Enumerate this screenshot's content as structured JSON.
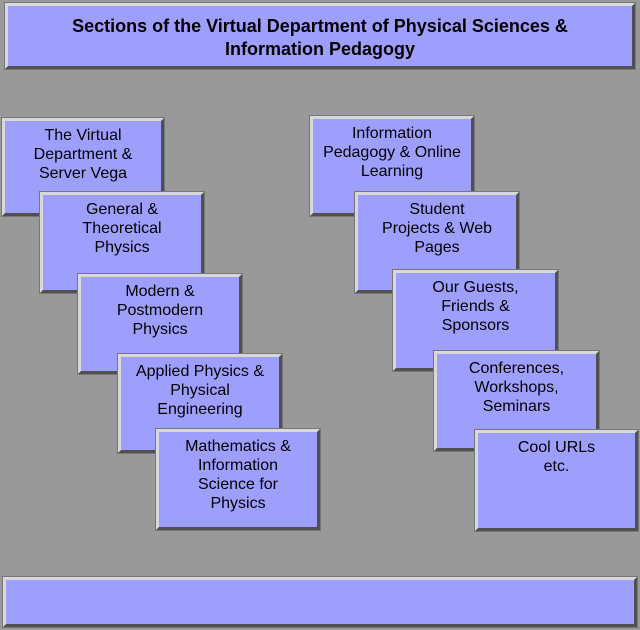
{
  "header": {
    "title": "Sections of the Virtual Department of Physical Sciences &\nInformation Pedagogy"
  },
  "left_column": {
    "items": [
      {
        "label": "The Virtual\nDepartment &\nServer Vega"
      },
      {
        "label": "General &\nTheoretical\nPhysics"
      },
      {
        "label": "Modern &\nPostmodern\nPhysics"
      },
      {
        "label": "Applied Physics &\nPhysical\nEngineering"
      },
      {
        "label": "Mathematics &\nInformation\nScience for\nPhysics"
      }
    ]
  },
  "right_column": {
    "items": [
      {
        "label": "Information\nPedagogy & Online\nLearning"
      },
      {
        "label": "Student\nProjects & Web\nPages"
      },
      {
        "label": "Our Guests,\nFriends &\nSponsors"
      },
      {
        "label": "Conferences,\nWorkshops,\nSeminars"
      },
      {
        "label": "Cool URLs\netc."
      }
    ]
  },
  "footer": {
    "label": ""
  },
  "colors": {
    "background": "#999999",
    "box_fill": "#9e9efc",
    "text": "#000000"
  }
}
